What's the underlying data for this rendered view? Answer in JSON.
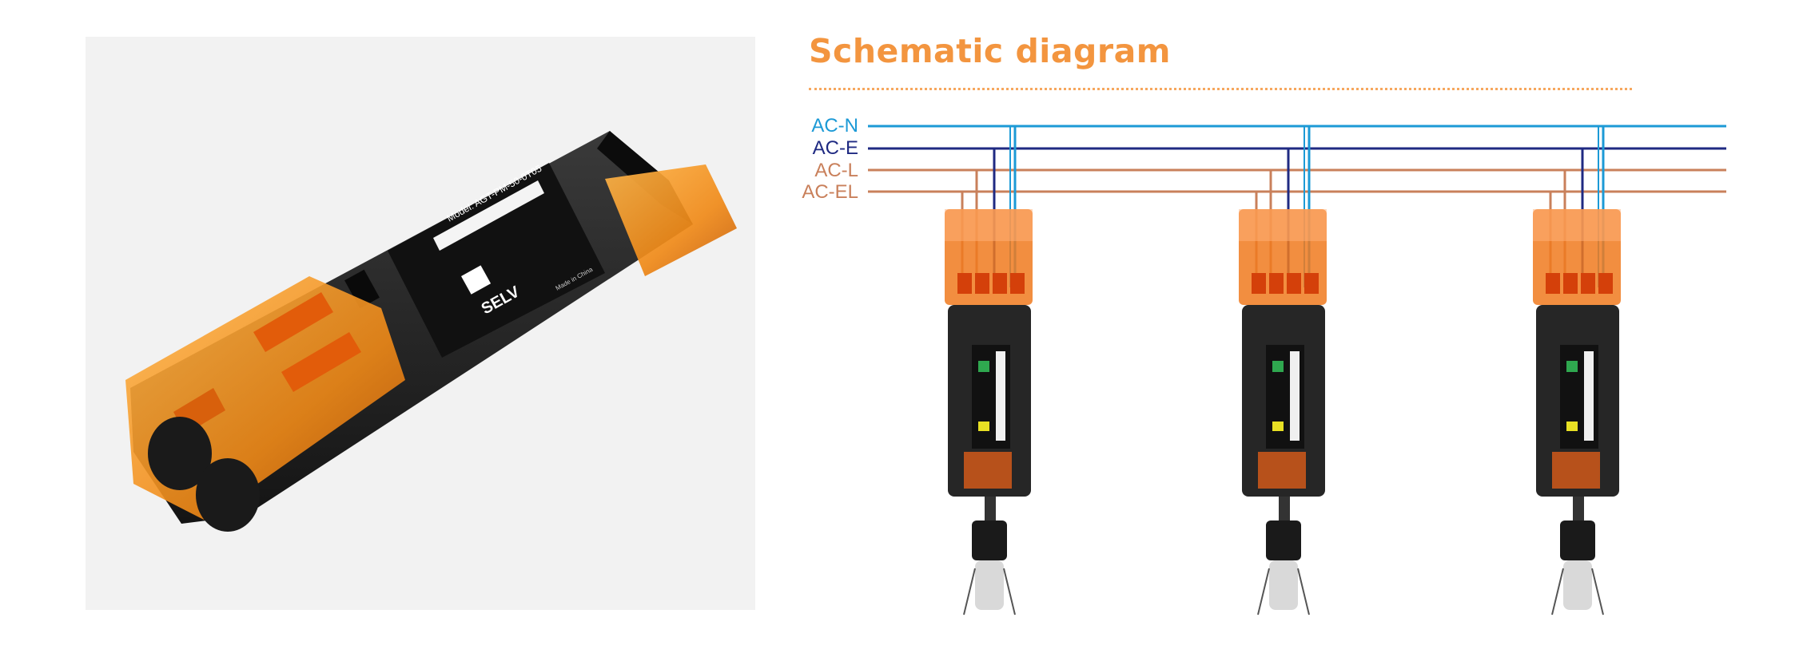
{
  "title": "Schematic diagram",
  "wires": [
    {
      "label": "AC-N",
      "color": "#1c9ad6"
    },
    {
      "label": "AC-E",
      "color": "#1f2a82"
    },
    {
      "label": "AC-L",
      "color": "#c9805b"
    },
    {
      "label": "AC-EL",
      "color": "#c9805b"
    }
  ],
  "product_label": {
    "model": "Model: AGT-PM-50-0T05",
    "seal_text": "SELV",
    "made_in": "Made in China"
  },
  "colors": {
    "accent_orange": "#f3953f",
    "driver_body": "#262626",
    "terminal_cover": "#f07a1e"
  }
}
